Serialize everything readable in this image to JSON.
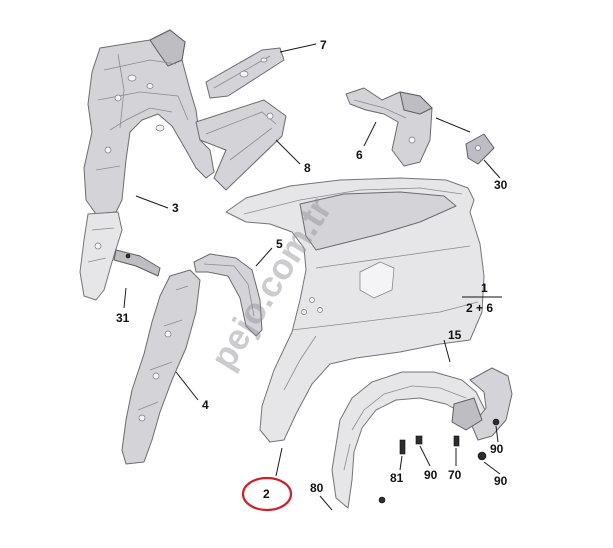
{
  "watermark": "pejo.com.tr",
  "highlight_color": "#d0202a",
  "callouts": {
    "c7": "7",
    "c6": "6",
    "c30": "30",
    "c3": "3",
    "c8": "8",
    "c5": "5",
    "c31": "31",
    "c4": "4",
    "c15": "15",
    "c2": "2",
    "c81": "81",
    "c90a": "90",
    "c70": "70",
    "c90b": "90",
    "c90c": "90",
    "c80": "80"
  },
  "fraction": {
    "numerator": "1",
    "denominator": "2 + 6"
  }
}
